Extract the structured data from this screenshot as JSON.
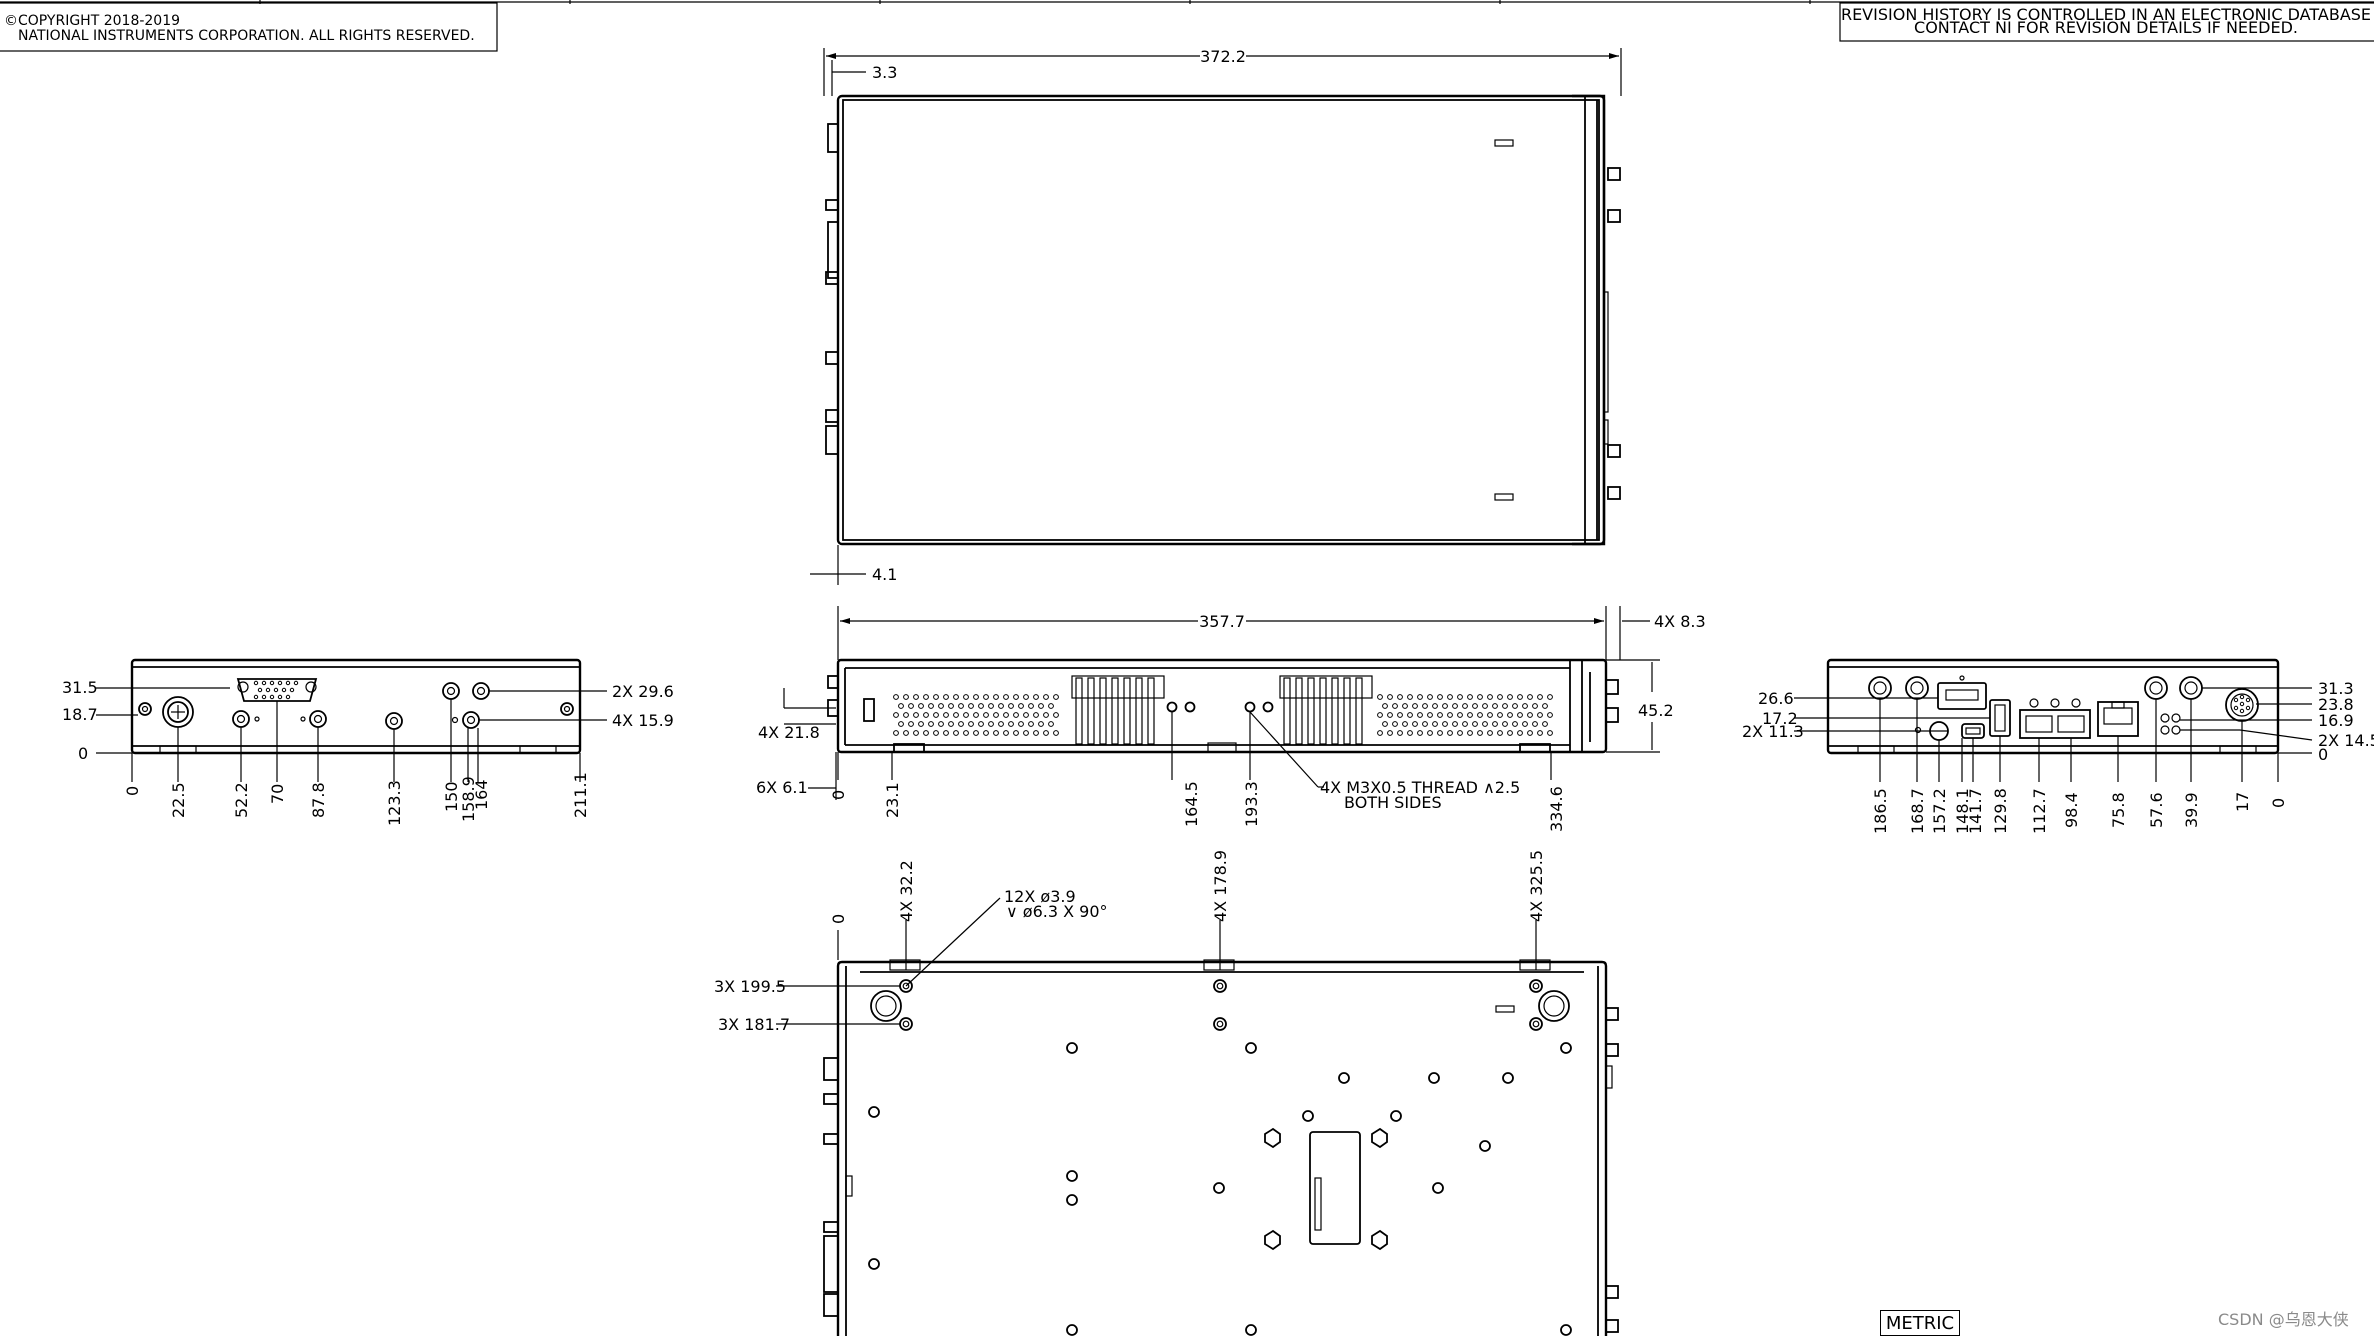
{
  "title_block": {
    "copyright_line1": "©COPYRIGHT 2018-2019",
    "copyright_line2": "NATIONAL INSTRUMENTS CORPORATION.  ALL RIGHTS RESERVED.",
    "revision_line1": "REVISION HISTORY IS CONTROLLED IN AN ELECTRONIC DATABASE",
    "revision_line2": "CONTACT NI FOR REVISION DETAILS IF NEEDED."
  },
  "top_view": {
    "overall_width": "372.2",
    "left_offset": "3.3",
    "bottom_offset": "4.1"
  },
  "front_view": {
    "overall_width": "357.7",
    "foot_callout": "4X 8.3",
    "height": "45.2",
    "left_callout_1": "4X 21.8",
    "left_callout_2": "6X 6.1",
    "bottom_dims": [
      "0",
      "23.1",
      "164.5",
      "193.3",
      "334.6"
    ],
    "thread_note_1": "4X M3X0.5  THREAD ∧2.5",
    "thread_note_2": "BOTH SIDES"
  },
  "left_panel": {
    "left_dims": [
      "31.5",
      "18.7",
      "0"
    ],
    "right_dims": [
      "2X 29.6",
      "4X 15.9"
    ],
    "bottom_dims": [
      "0",
      "22.5",
      "52.2",
      "70",
      "87.8",
      "123.3",
      "150",
      "158.9",
      "164",
      "211.1"
    ]
  },
  "right_panel": {
    "left_dims": [
      "26.6",
      "17.2",
      "2X 11.3"
    ],
    "right_dims": [
      "31.3",
      "23.8",
      "16.9",
      "2X 14.5",
      "0"
    ],
    "bottom_dims": [
      "186.5",
      "168.7",
      "157.2",
      "148.1",
      "141.7",
      "129.8",
      "112.7",
      "98.4",
      "75.8",
      "57.6",
      "39.9",
      "17",
      "0"
    ]
  },
  "bottom_view": {
    "zero_label": "0",
    "top_dims": [
      "4X 32.2",
      "4X 178.9",
      "4X 325.5"
    ],
    "hole_note_1": "12X ø3.9",
    "hole_note_2": "∨ ø6.3 X 90°",
    "left_dims": [
      "3X 199.5",
      "3X 181.7"
    ]
  },
  "metric_label": "METRIC",
  "watermark": "CSDN @乌恩大侠"
}
